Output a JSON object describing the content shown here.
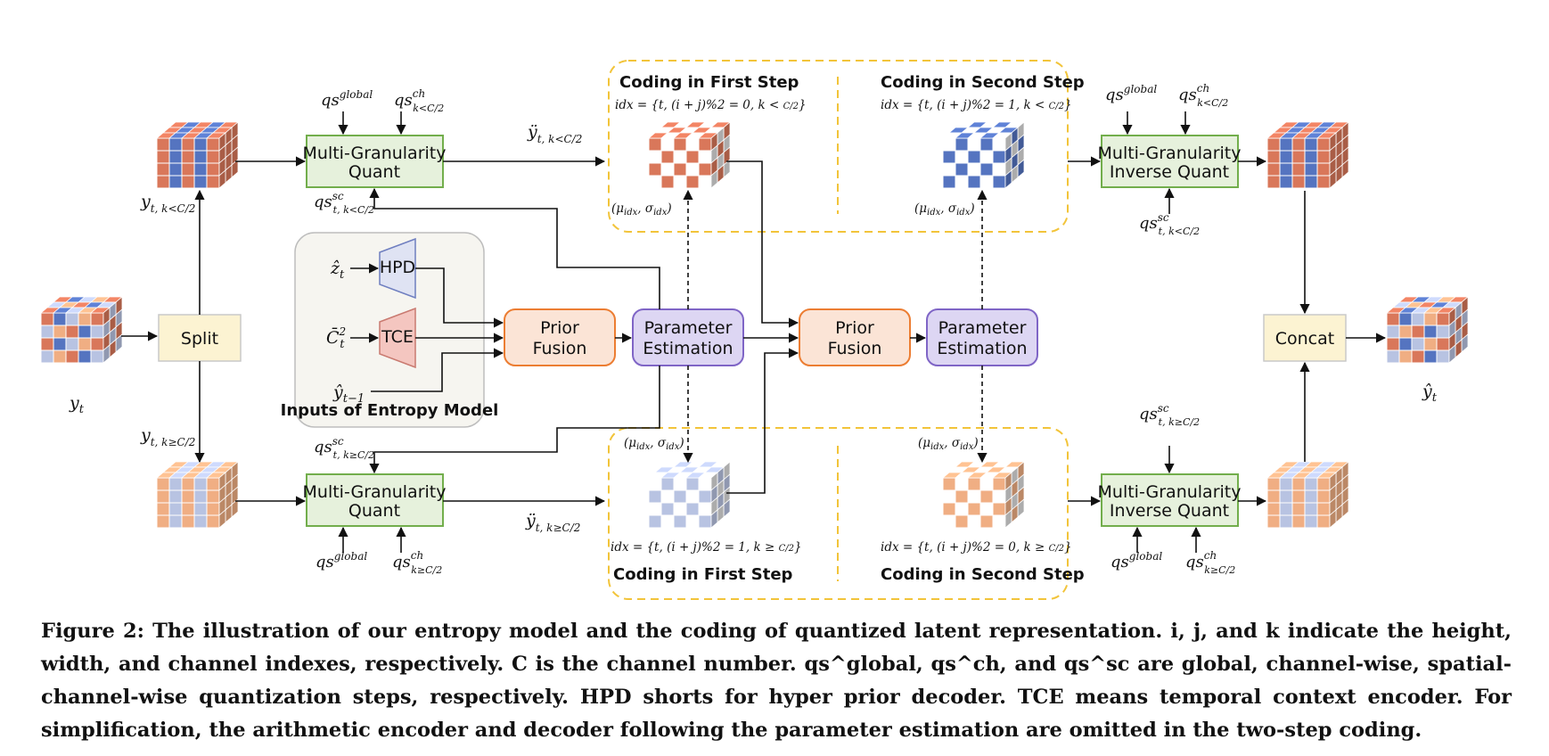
{
  "nodes": {
    "split": "Split",
    "concat": "Concat",
    "mgq_top": [
      "Multi-Granularity",
      "Quant"
    ],
    "mgq_bottom": [
      "Multi-Granularity",
      "Quant"
    ],
    "mgiq_top": [
      "Multi-Granularity",
      "Inverse Quant"
    ],
    "mgiq_bottom": [
      "Multi-Granularity",
      "Inverse Quant"
    ],
    "prior_fusion_1": [
      "Prior",
      "Fusion"
    ],
    "prior_fusion_2": [
      "Prior",
      "Fusion"
    ],
    "param_est_1": [
      "Parameter",
      "Estimation"
    ],
    "param_est_2": [
      "Parameter",
      "Estimation"
    ],
    "hpd": "HPD",
    "tce": "TCE"
  },
  "groups": {
    "inputs_entropy": "Inputs of Entropy Model",
    "top_first_step": "Coding in First Step",
    "top_second_step": "Coding in Second Step",
    "bottom_first_step": "Coding in First Step",
    "bottom_second_step": "Coding in Second Step"
  },
  "labels": {
    "mu_sigma": "(μidx, σidx)",
    "idx_top_first": "idx = {t, (i + j)%2 = 0, k < C/2}",
    "idx_top_second": "idx = {t, (i + j)%2 = 1, k < C/2}",
    "idx_bottom_first": "idx = {t, (i + j)%2 = 1, k ≥ C/2}",
    "idx_bottom_second": "idx = {t, (i + j)%2 = 0, k ≥ C/2}"
  },
  "colors": {
    "red": "#d9775a",
    "blue": "#5574c0",
    "light_blue": "#b8c3e2",
    "orange": "#f0ae83",
    "green_fill": "#e6f1dc",
    "green_stroke": "#72ae4c",
    "split_fill": "#fcf3d2",
    "prior_fill": "#fbe4d6",
    "prior_stroke": "#ec7d32",
    "param_fill": "#ddd6f3",
    "param_stroke": "#7f65c6",
    "dashed_group": "#f2c43a"
  },
  "caption": {
    "text": "Figure 2: The illustration of our entropy model and the coding of quantized latent representation. i, j, and k indicate the height, width, and channel indexes, respectively. C is the channel number. qs^global, qs^ch, and qs^sc are global, channel-wise, spatial-channel-wise quantization steps, respectively. HPD shorts for hyper prior decoder. TCE means temporal context encoder. For simplification, the arithmetic encoder and decoder following the parameter estimation are omitted in the two-step coding."
  }
}
